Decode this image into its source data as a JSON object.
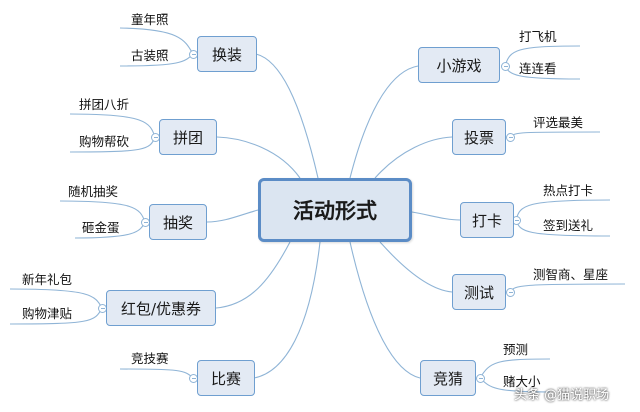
{
  "root": {
    "label": "活动形式"
  },
  "left_branches": [
    {
      "key": "dress",
      "label": "换装",
      "leaves": [
        "童年照",
        "古装照"
      ]
    },
    {
      "key": "group",
      "label": "拼团",
      "leaves": [
        "拼团八折",
        "购物帮砍"
      ]
    },
    {
      "key": "lottery",
      "label": "抽奖",
      "leaves": [
        "随机抽奖",
        "砸金蛋"
      ]
    },
    {
      "key": "coupon",
      "label": "红包/优惠券",
      "leaves": [
        "新年礼包",
        "购物津贴"
      ]
    },
    {
      "key": "contest",
      "label": "比赛",
      "leaves": [
        "竞技赛"
      ]
    }
  ],
  "right_branches": [
    {
      "key": "minigame",
      "label": "小游戏",
      "leaves": [
        "打飞机",
        "连连看"
      ]
    },
    {
      "key": "vote",
      "label": "投票",
      "leaves": [
        "评选最美"
      ]
    },
    {
      "key": "checkin",
      "label": "打卡",
      "leaves": [
        "热点打卡",
        "签到送礼"
      ]
    },
    {
      "key": "test",
      "label": "测试",
      "leaves": [
        "测智商、星座"
      ]
    },
    {
      "key": "guess",
      "label": "竞猜",
      "leaves": [
        "预测",
        "赌大小"
      ]
    }
  ],
  "watermark": "头条 @猫说职场",
  "colors": {
    "line": "#8fb4d6",
    "node_border": "#6f9fd0",
    "node_fill": "#e3eaf4",
    "root_border": "#5b8cc6"
  }
}
